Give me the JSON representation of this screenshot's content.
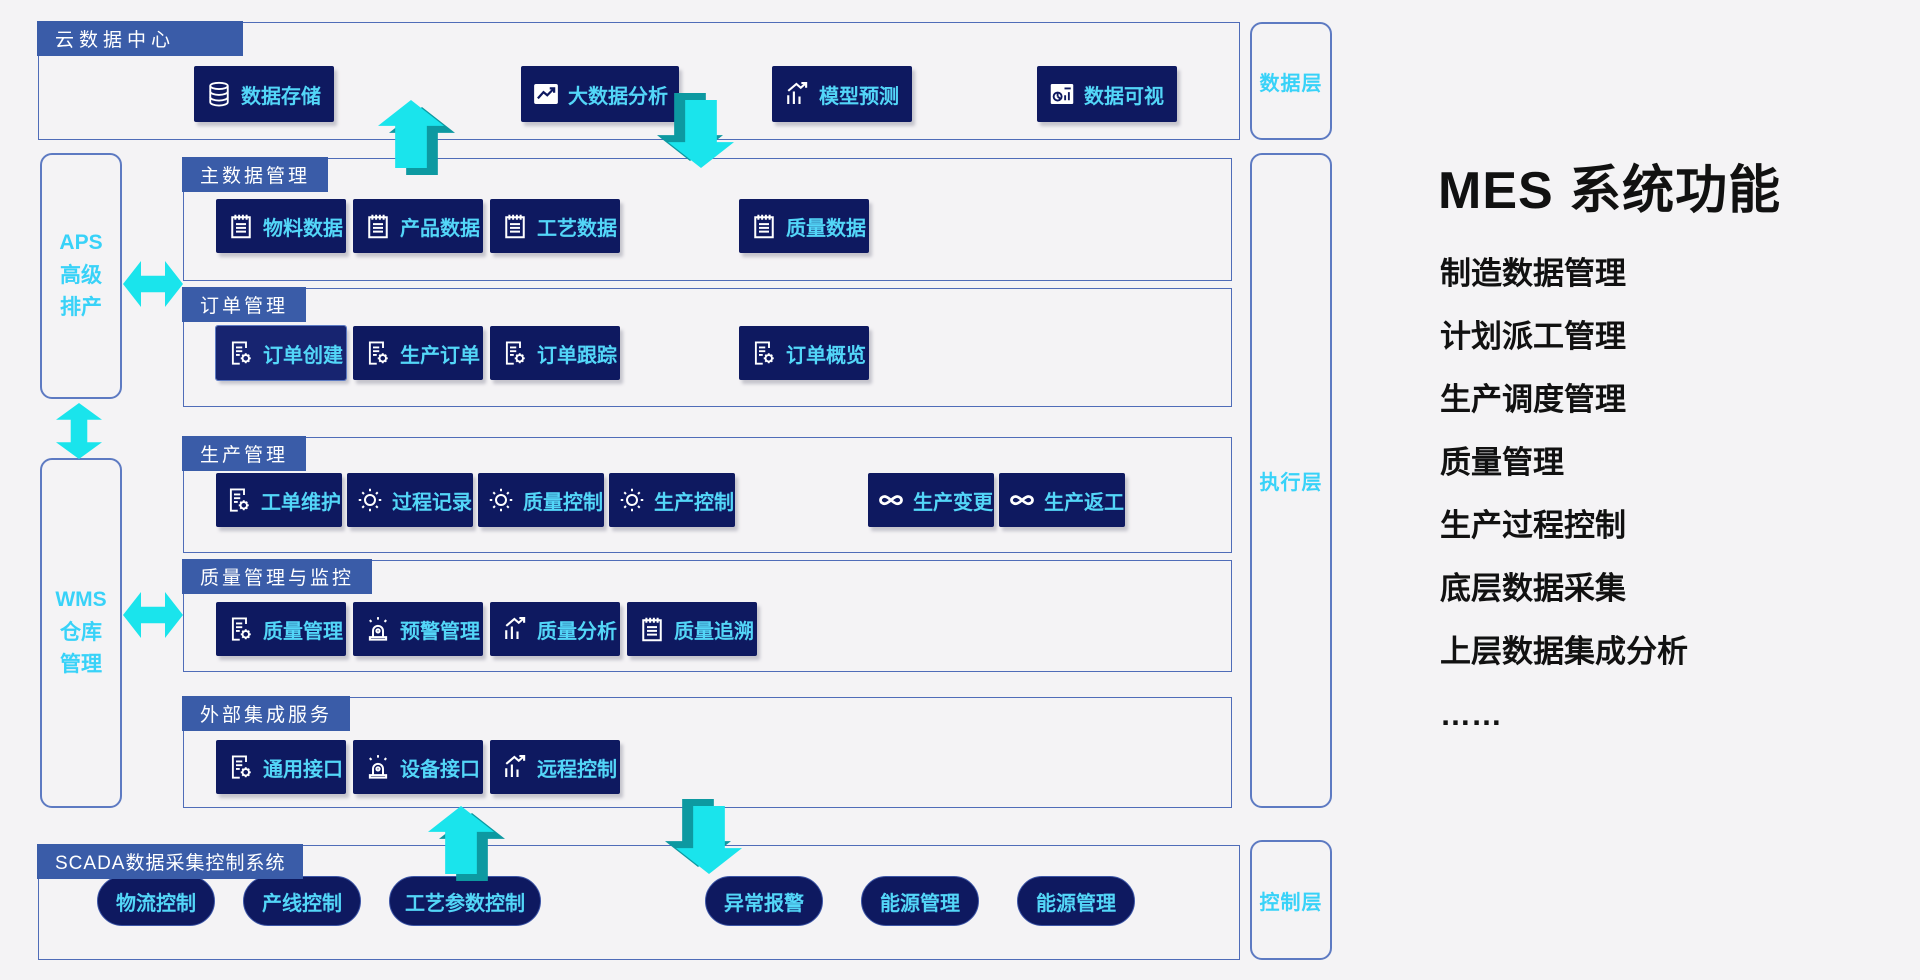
{
  "cloud": {
    "title": "云数据中心",
    "buttons": [
      {
        "name": "data-storage",
        "label": "数据存储",
        "icon": "database-icon"
      },
      {
        "name": "big-data-analysis",
        "label": "大数据分析",
        "icon": "line-chart-icon"
      },
      {
        "name": "model-prediction",
        "label": "模型预测",
        "icon": "bar-chart-icon"
      },
      {
        "name": "data-visualization",
        "label": "数据可视",
        "icon": "dashboard-icon"
      }
    ]
  },
  "layers": {
    "data_layer": "数据层",
    "execution_layer": "执行层",
    "control_layer": "控制层"
  },
  "left_panels": [
    {
      "name": "aps-advanced-scheduling",
      "label": "APS高级排产"
    },
    {
      "name": "wms-warehouse-management",
      "label": "WMS仓库管理"
    }
  ],
  "sections": [
    {
      "id": "master",
      "title": "主数据管理",
      "buttons": [
        {
          "name": "material-data",
          "label": "物料数据",
          "icon": "notepad-icon"
        },
        {
          "name": "product-data",
          "label": "产品数据",
          "icon": "notepad-icon"
        },
        {
          "name": "process-data",
          "label": "工艺数据",
          "icon": "notepad-icon"
        },
        {
          "name": "quality-data",
          "label": "质量数据",
          "icon": "notepad-icon"
        }
      ]
    },
    {
      "id": "order",
      "title": "订单管理",
      "buttons": [
        {
          "name": "order-create",
          "label": "订单创建",
          "icon": "doc-gear-icon",
          "selected": true
        },
        {
          "name": "production-order",
          "label": "生产订单",
          "icon": "doc-gear-icon"
        },
        {
          "name": "order-tracking",
          "label": "订单跟踪",
          "icon": "doc-gear-icon"
        },
        {
          "name": "order-overview",
          "label": "订单概览",
          "icon": "doc-gear-icon"
        }
      ]
    },
    {
      "id": "production",
      "title": "生产管理",
      "buttons": [
        {
          "name": "work-order-maintenance",
          "label": "工单维护",
          "icon": "doc-gear-icon"
        },
        {
          "name": "process-record",
          "label": "过程记录",
          "icon": "gear-icon"
        },
        {
          "name": "quality-control",
          "label": "质量控制",
          "icon": "gear-icon"
        },
        {
          "name": "production-control",
          "label": "生产控制",
          "icon": "gear-icon"
        },
        {
          "name": "production-change",
          "label": "生产变更",
          "icon": "infinity-icon"
        },
        {
          "name": "production-rework",
          "label": "生产返工",
          "icon": "infinity-icon"
        }
      ]
    },
    {
      "id": "quality",
      "title": "质量管理与监控",
      "buttons": [
        {
          "name": "quality-management",
          "label": "质量管理",
          "icon": "doc-gear-icon"
        },
        {
          "name": "alert-management",
          "label": "预警管理",
          "icon": "alarm-icon"
        },
        {
          "name": "quality-analysis",
          "label": "质量分析",
          "icon": "bar-chart-icon"
        },
        {
          "name": "quality-traceability",
          "label": "质量追溯",
          "icon": "notepad-icon"
        }
      ]
    },
    {
      "id": "integration",
      "title": "外部集成服务",
      "buttons": [
        {
          "name": "general-interface",
          "label": "通用接口",
          "icon": "doc-gear-icon"
        },
        {
          "name": "device-interface",
          "label": "设备接口",
          "icon": "alarm-icon"
        },
        {
          "name": "remote-control",
          "label": "远程控制",
          "icon": "bar-chart-icon"
        }
      ]
    }
  ],
  "scada": {
    "title": "SCADA数据采集控制系统",
    "buttons": [
      {
        "name": "logistics-control",
        "label": "物流控制"
      },
      {
        "name": "line-control",
        "label": "产线控制"
      },
      {
        "name": "process-parameter-control",
        "label": "工艺参数控制"
      },
      {
        "name": "exception-alarm",
        "label": "异常报警"
      },
      {
        "name": "energy-management-1",
        "label": "能源管理"
      },
      {
        "name": "energy-management-2",
        "label": "能源管理"
      }
    ]
  },
  "right_panel": {
    "title": "MES 系统功能",
    "items": [
      "制造数据管理",
      "计划派工管理",
      "生产调度管理",
      "质量管理",
      "生产过程控制",
      "底层数据采集",
      "上层数据集成分析",
      "……"
    ]
  },
  "colors": {
    "background": "#f4f3f5",
    "button_navy": "#0e1960",
    "tab_blue": "#3a5ca8",
    "border_blue": "#4f6cb8",
    "text_cyan": "#53d6f8",
    "arrow_cyan": "#1ae4ec",
    "arrow_teal": "#0d99a1"
  }
}
